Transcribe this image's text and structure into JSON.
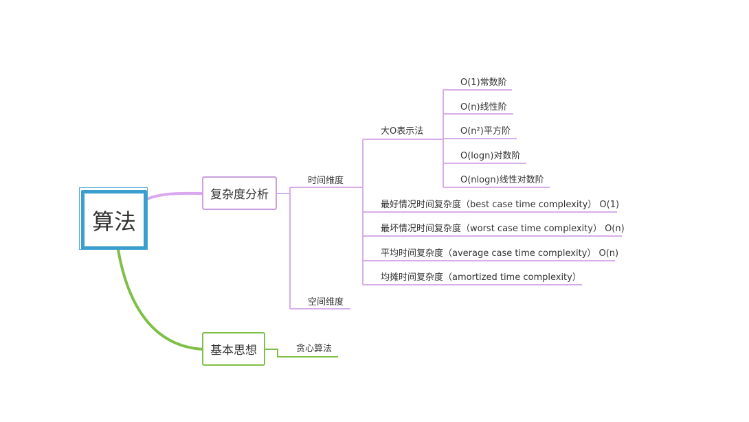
{
  "colors": {
    "root": "#3a9fcf",
    "branch_complexity": "#c9a0e0",
    "branch_complexity_link": "#d9a8ee",
    "branch_basic": "#7fbf45",
    "text": "#333333"
  },
  "root": {
    "label": "算法"
  },
  "complexity": {
    "label": "复杂度分析",
    "time": {
      "label": "时间维度",
      "big_o": {
        "label": "大O表示法",
        "items": [
          "O(1)常数阶",
          "O(n)线性阶",
          "O(n²)平方阶",
          "O(logn)对数阶",
          "O(nlogn)线性对数阶"
        ]
      },
      "best_case": "最好情况时间复杂度（best case time complexity） O(1)",
      "worst_case": "最坏情况时间复杂度（worst case time complexity） O(n)",
      "average_case": "平均时间复杂度（average case time complexity） O(n)",
      "amortized": "均摊时间复杂度（amortized time complexity）"
    },
    "space": {
      "label": "空间维度"
    }
  },
  "basic": {
    "label": "基本思想",
    "greedy": "贪心算法"
  }
}
